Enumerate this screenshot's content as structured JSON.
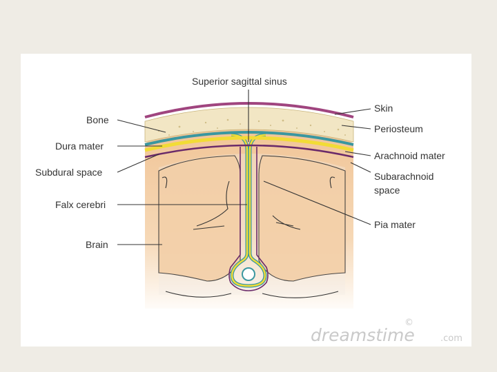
{
  "labels": {
    "superior_sagittal_sinus": "Superior sagittal sinus",
    "bone": "Bone",
    "dura_mater": "Dura mater",
    "subdural_space": "Subdural space",
    "falx_cerebri": "Falx cerebri",
    "brain": "Brain",
    "skin": "Skin",
    "periosteum": "Periosteum",
    "arachnoid_mater": "Arachnoid mater",
    "subarachnoid_space_line1": "Subarachnoid",
    "subarachnoid_space_line2": "space",
    "pia_mater": "Pia mater"
  },
  "watermark": {
    "brand": "dreamstime",
    "domain": ".com",
    "mark": "©"
  },
  "colors": {
    "background": "#efece5",
    "skin": "#a0457f",
    "bone": "#f2e6c4",
    "dura": "#3a97a0",
    "arachnoid": "#f2dc36",
    "pia": "#6a2a6a",
    "brain": "#f1c596",
    "csf": "#eeeeee"
  }
}
